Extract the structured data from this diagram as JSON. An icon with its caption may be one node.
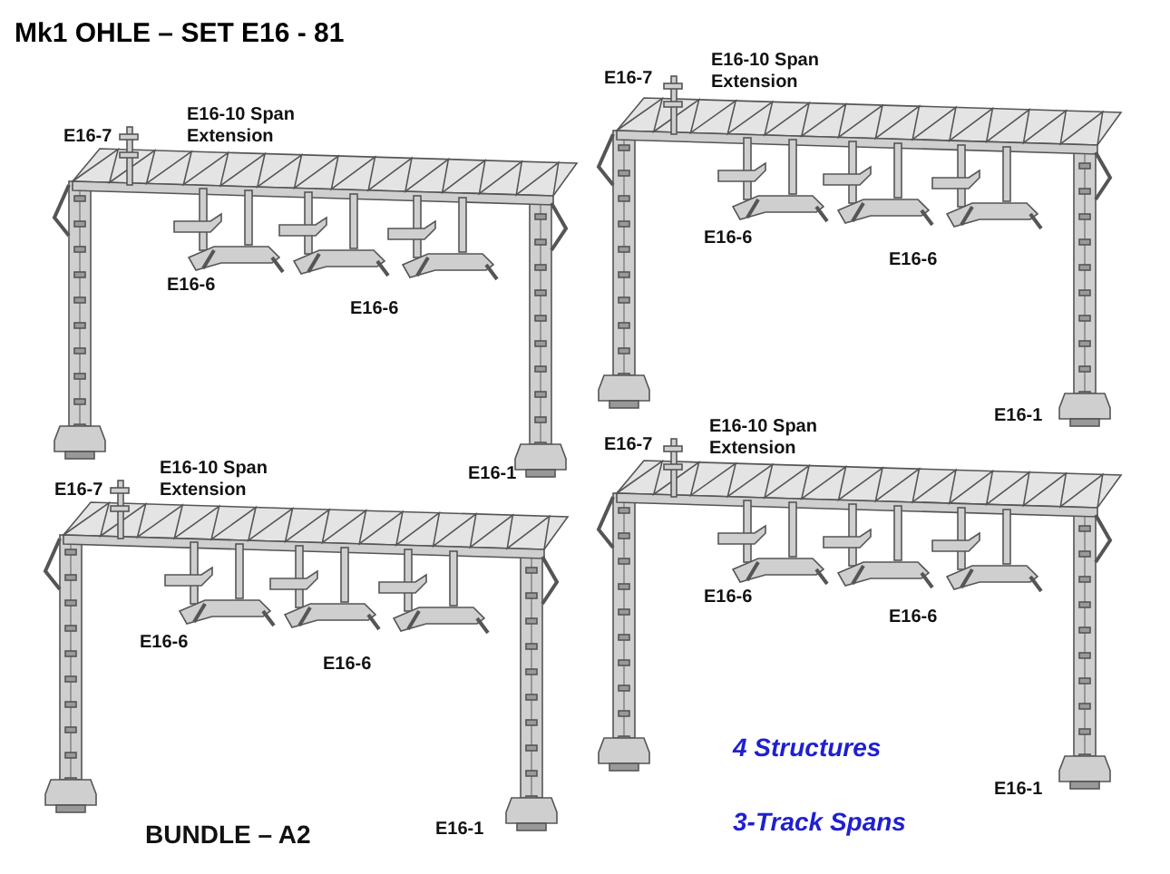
{
  "diagram": {
    "title": "Mk1 OHLE – SET E16 - 81",
    "labels": [
      "E16-7",
      "E16-10 Span Extension",
      "E16-6",
      "E16-6",
      "E16-1",
      "E16-7",
      "E16-10 Span Extension",
      "E16-6",
      "E16-6",
      "E16-1",
      "E16-7",
      "E16-10 Span Extension",
      "E16-6",
      "E16-6",
      "E16-1",
      "E16-7",
      "E16-10 Span Extension",
      "E16-6",
      "E16-6",
      "E16-1",
      "4 Structures",
      "3-Track Spans",
      "BUNDLE – A2"
    ]
  }
}
